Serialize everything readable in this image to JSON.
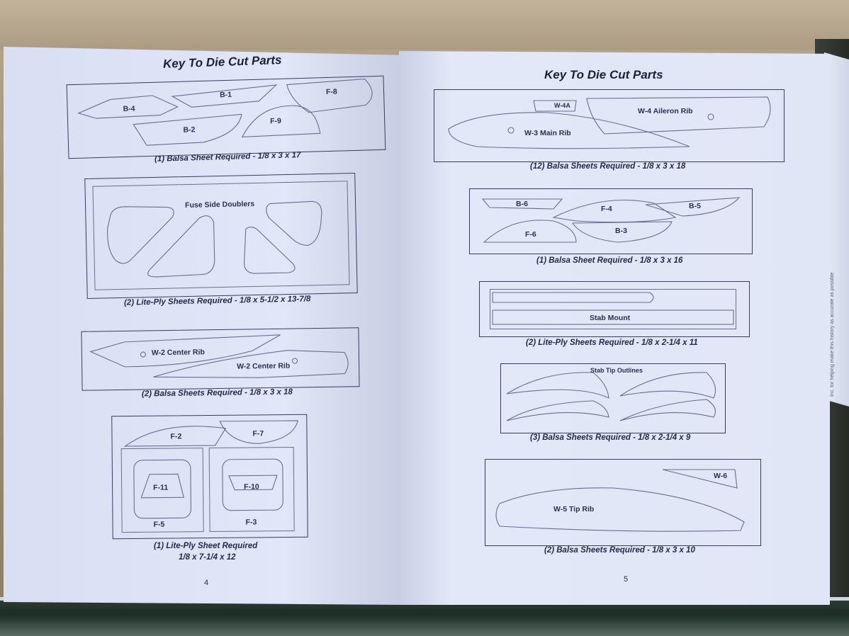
{
  "left_page": {
    "title": "Key To Die Cut Parts",
    "page_number": "4",
    "sheets": [
      {
        "labels": [
          "B-4",
          "B-1",
          "F-8",
          "B-2",
          "F-9"
        ],
        "caption": "(1) Balsa Sheet Required - 1/8 x 3 x 17"
      },
      {
        "labels": [
          "Fuse Side Doublers"
        ],
        "caption": "(2) Lite-Ply Sheets Required - 1/8 x 5-1/2 x 13-7/8"
      },
      {
        "labels": [
          "W-2 Center Rib",
          "W-2 Center Rib"
        ],
        "caption": "(2) Balsa Sheets Required - 1/8 x 3 x 18"
      },
      {
        "labels": [
          "F-2",
          "F-7",
          "F-11",
          "F-10",
          "F-5",
          "F-3"
        ],
        "caption": "(1) Lite-Ply Sheet Required",
        "caption_line2": "1/8 x 7-1/4 x 12"
      }
    ]
  },
  "right_page": {
    "title": "Key To Die Cut Parts",
    "page_number": "5",
    "sheets": [
      {
        "labels": [
          "W-4A",
          "W-4 Aileron Rib",
          "W-3 Main Rib"
        ],
        "caption": "(12) Balsa Sheets Required - 1/8 x 3 x 18"
      },
      {
        "labels": [
          "B-6",
          "F-4",
          "B-5",
          "F-6",
          "B-3"
        ],
        "caption": "(1) Balsa Sheet Required - 1/8 x 3 x 16"
      },
      {
        "labels": [
          "Stab Mount"
        ],
        "caption": "(2) Lite-Ply Sheets Required - 1/8 x 2-1/4 x 11"
      },
      {
        "labels": [
          "Stab Tip Outlines"
        ],
        "caption": "(3) Balsa Sheets Required - 1/8 x 2-1/4 x 9"
      },
      {
        "labels": [
          "W-6",
          "W-5 Tip Rib"
        ],
        "caption": "(2) Balsa Sheets Required - 1/8 x 3 x 10"
      }
    ]
  },
  "edge_page": {
    "text": "Inc. for helping make this history as accurate as possible"
  }
}
